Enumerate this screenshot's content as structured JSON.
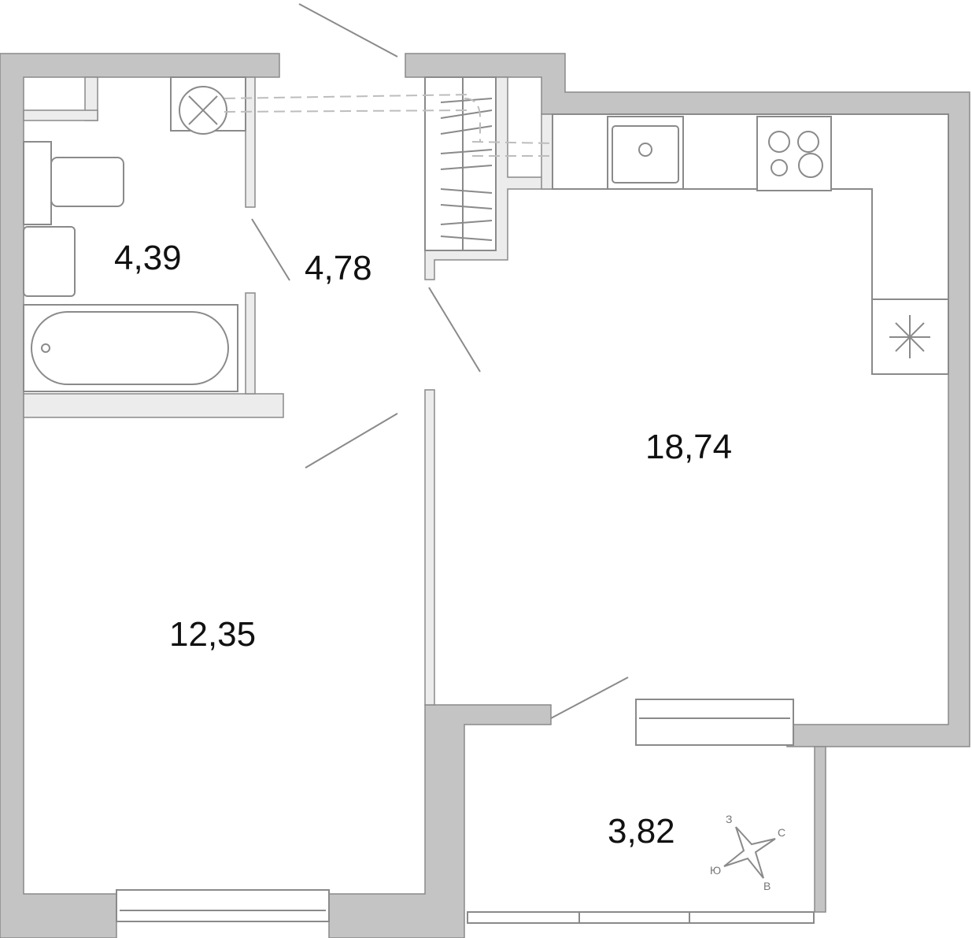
{
  "plan": {
    "rooms": [
      {
        "id": "bathroom",
        "area": "4,39"
      },
      {
        "id": "hallway",
        "area": "4,78"
      },
      {
        "id": "kitchen-living",
        "area": "18,74"
      },
      {
        "id": "bedroom",
        "area": "12,35"
      },
      {
        "id": "loggia",
        "area": "3,82"
      }
    ],
    "compass": {
      "north": "С",
      "east": "В",
      "south": "Ю",
      "west": "З"
    },
    "colors": {
      "wall": "#c4c4c4",
      "partition": "#ececec",
      "line": "#8a8a8a"
    }
  }
}
